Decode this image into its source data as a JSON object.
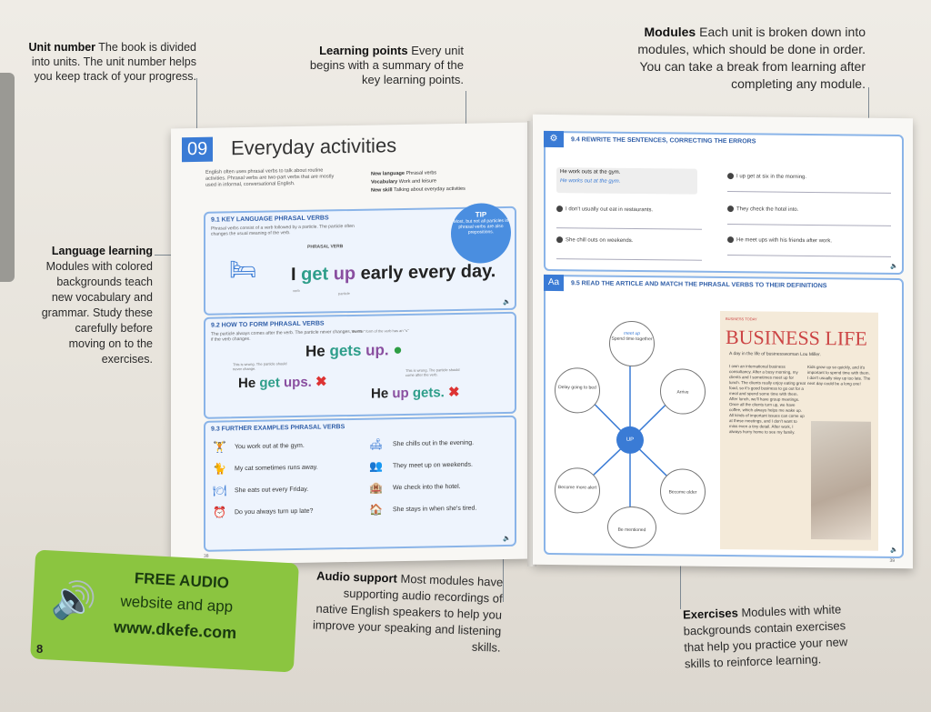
{
  "callouts": {
    "unit_number": {
      "title": "Unit number",
      "text": "The book is divided into units. The unit number helps you keep track of your progress."
    },
    "learning_points": {
      "title": "Learning points",
      "text": "Every unit begins with a summary of the key learning points."
    },
    "modules": {
      "title": "Modules",
      "text": "Each unit is broken down into modules, which should be done in order. You can take a break from learning after completing any module."
    },
    "language_learning": {
      "title": "Language learning",
      "text": "Modules with colored backgrounds teach new vocabulary and grammar. Study these carefully before moving on to the exercises."
    },
    "audio_support": {
      "title": "Audio support",
      "text": "Most modules have supporting audio recordings of native English speakers to help you improve your speaking and listening skills."
    },
    "exercises": {
      "title": "Exercises",
      "text": "Modules with white backgrounds contain exercises that help you practice your new skills to reinforce learning."
    }
  },
  "book": {
    "unit_number": "09",
    "unit_title": "Everyday activities",
    "intro": "English often uses phrasal verbs to talk about routine activities. Phrasal verbs are two-part verbs that are mostly used in informal, conversational English.",
    "learning_points": [
      {
        "key": "New language",
        "value": "Phrasal verbs"
      },
      {
        "key": "Vocabulary",
        "value": "Work and leisure"
      },
      {
        "key": "New skill",
        "value": "Talking about everyday activities"
      }
    ],
    "m1": {
      "head": "9.1 KEY LANGUAGE PHRASAL VERBS",
      "text": "Phrasal verbs consist of a verb followed by a particle. The particle often changes the usual meaning of the verb.",
      "label": "PHRASAL VERB",
      "s_pre": "I ",
      "s_verb": "get",
      "s_part": "up",
      "s_post": " early every day.",
      "verb_tag": "verb",
      "part_tag": "particle",
      "tip_title": "TIP",
      "tip_text": "Most, but not all particles in phrasal verbs are also prepositions."
    },
    "m2": {
      "head": "9.2 HOW TO FORM PHRASAL VERBS",
      "text": "The particle always comes after the verb. The particle never changes, even if the verb changes.",
      "good1_pre": "He ",
      "good1_verb": "gets",
      "good1_part": " up.",
      "bad1_pre": "He ",
      "bad1_verb": "get",
      "bad1_part": " ups.",
      "bad2_pre": "He ",
      "bad2_part": "up",
      "bad2_verb": " gets.",
      "note_top": "The \"he\" form of the verb has an \"s\"",
      "note_left": "This is wrong. The particle should never change.",
      "note_right": "This is wrong. The particle should come after the verb."
    },
    "m3": {
      "head": "9.3 FURTHER EXAMPLES PHRASAL VERBS",
      "rows": [
        "You work out at the gym.",
        "My cat sometimes runs away.",
        "She eats out every Friday.",
        "Do you always turn up late?",
        "She chills out in the evening.",
        "They meet up on weekends.",
        "We check into the hotel.",
        "She stays in when she's tired."
      ]
    },
    "page_left": "38",
    "page_right": "39",
    "r1": {
      "icon": "⚙",
      "head": "9.4 REWRITE THE SENTENCES, CORRECTING THE ERRORS",
      "example": "He work outs at the gym.",
      "example_answer": "He works out at the gym.",
      "items": [
        "I don't usually out eat in restaurants.",
        "She chill outs on weekends.",
        "I up get at six in the morning.",
        "They check the hotel into.",
        "He meet ups with his friends after work."
      ]
    },
    "r2": {
      "icon": "Aa",
      "head": "9.5 READ THE ARTICLE AND MATCH THE PHRASAL VERBS TO THEIR DEFINITIONS",
      "hub": "UP",
      "example_word": "meet up",
      "defs": [
        "Spend time together",
        "Delay going to bed",
        "Arrive",
        "Become more alert",
        "Become older",
        "Be mentioned"
      ],
      "article_tag": "BUSINESS TODAY",
      "article_title": "BUSINESS LIFE",
      "article_sub": "A day in the life of businesswoman Lou Miller.",
      "article_body": "I own an international business consultancy. After a busy morning, my clients and I sometimes meet up for lunch. The clients really enjoy eating great food, so it's good business to go out for a meal and spend some time with them. After lunch, we'll have group meetings. Once all the clients turn up, we have coffee, which always helps me wake up. All kinds of important issues can come up at these meetings, and I don't want to miss even a tiny detail. After work, I always hurry home to see my family.",
      "article_body2": "Kids grow up so quickly, and it's important to spend time with them. I don't usually stay up too late. The next day could be a long one!"
    }
  },
  "audio_badge": {
    "line1": "FREE AUDIO",
    "line2": "website and app",
    "line3": "www.dkefe.com"
  },
  "page_number": "8"
}
